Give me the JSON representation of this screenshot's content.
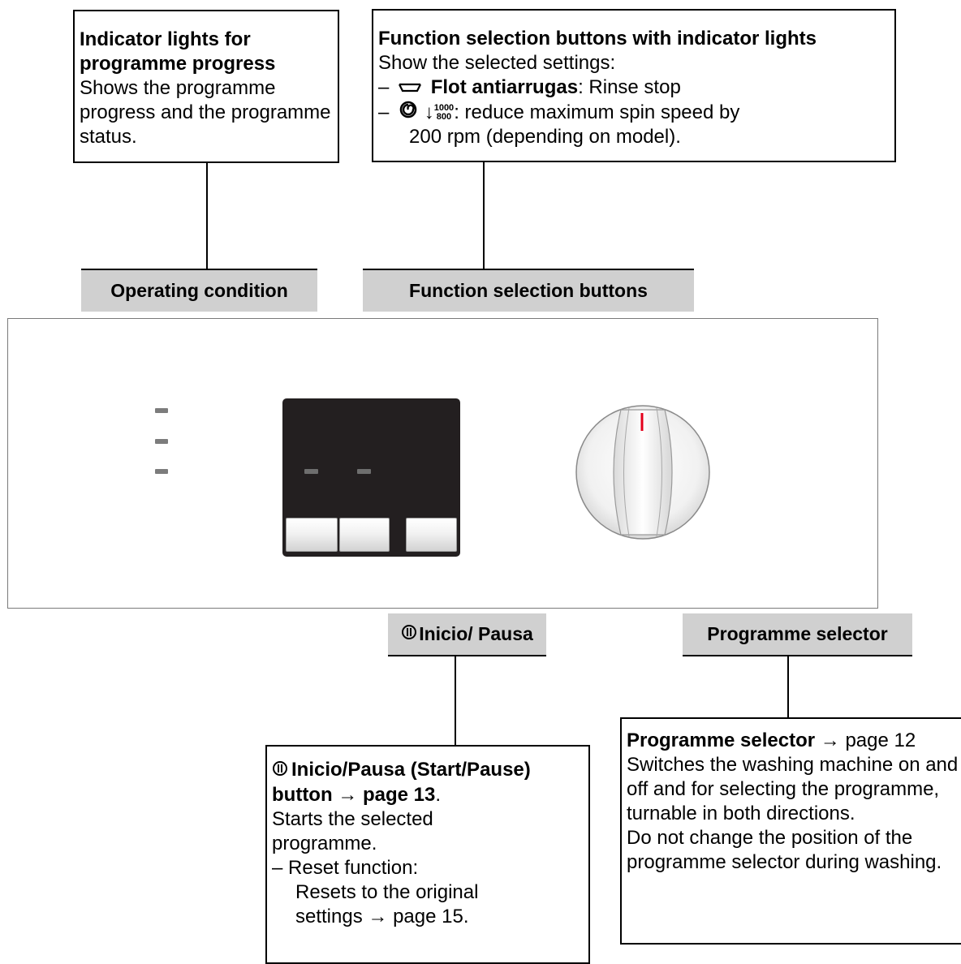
{
  "callouts": {
    "progress": {
      "title": "Indicator lights for programme progress",
      "text": "Shows the programme progress and the programme status."
    },
    "functions": {
      "title": "Function selection buttons with indicator lights",
      "intro": "Show the selected settings:",
      "item1_dash": "–",
      "item1_name": "Flot antiarrugas",
      "item1_desc": ": Rinse stop",
      "item2_dash": "–",
      "item2_sup": "1000",
      "item2_sub": "800",
      "item2_desc": ": reduce maximum spin speed by",
      "item2_desc2": "200 rpm (depending on model)."
    },
    "startpause": {
      "title": "Inicio/Pausa (Start/Pause)",
      "title2": "button",
      "arrow": "→",
      "pageref": "page 13",
      "dot": ".",
      "text": "Starts the selected programme.",
      "dash": "–",
      "reset_label": "Reset function:",
      "reset_text": "Resets to the original settings",
      "reset_arrow": "→",
      "reset_page": "page 15."
    },
    "selector": {
      "title": "Programme selector",
      "arrow": "→",
      "pageref": "page 12",
      "text1": "Switches the washing machine on and off and for selecting the programme, turnable in both directions.",
      "text2": "Do not change the position of the programme selector during washing."
    }
  },
  "labels": {
    "operating_condition": "Operating condition",
    "function_buttons": "Function selection buttons",
    "start_pause": "Inicio/ Pausa",
    "programme_selector": "Programme selector"
  },
  "colors": {
    "label_bg": "#d0d0d0",
    "panel_dark": "#231f20",
    "knob_marker": "#e3001b"
  },
  "icons": {
    "rinse_stop": "rinse-stop-icon",
    "spin": "spin-icon",
    "start_pause": "start-pause-icon",
    "arrow": "arrow-right-icon"
  }
}
